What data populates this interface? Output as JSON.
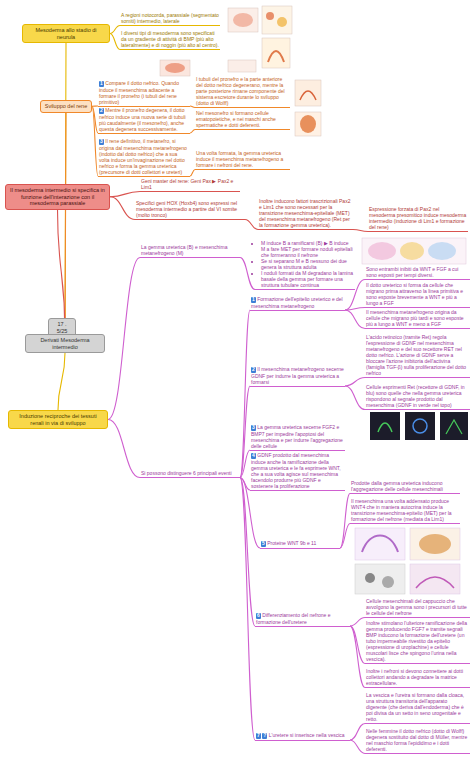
{
  "diagram": {
    "nodes": [
      {
        "text": [
          "Mesoderma allo stadio di neurula"
        ]
      },
      {
        "text": [
          "A regioni notocorda, parassiale (segmentato somiti) intermedio, laterale"
        ]
      },
      {
        "text": [
          "I diversi tipi di mesoderma sono specificati da un gradiente di attività di BMP (più alto lateralmente) e di noggin (più alto al centro)."
        ]
      },
      {
        "text": [
          "Sviluppo del rene"
        ]
      },
      {
        "text": [
          "1",
          "Compare il dotto nefrico. Quando induce il mesenchima adiacente a formare il pronefro (i tubuli del rene primitivo)"
        ]
      },
      {
        "text": [
          "I tubuli del pronefro e la parte anteriore del dotto nefrico degenerano, mentre la parte posteriore rimane componente del sistema escretore durante lo sviluppo (dotto di Wolff)"
        ]
      },
      {
        "text": [
          "2",
          "Mentre il pronefro degenera, il dotto nefrico induce una nuova serie di tubuli più caudalmente (il mesonefro), anche questa degenera successivamente."
        ]
      },
      {
        "text": [
          "Nel mesonefro si formano cellule ematopoietiche, e nei maschi anche spermatiche e dotti deferenti."
        ]
      },
      {
        "text": [
          "3",
          "Il rene definitivo, il metanefro, si origina dal mesenchima metanefrogeno (indotto dal dotto nefrico) che a sua volta induce un'invaginazione nel dotto nefrico e forma la gemma ureterica (precursore di dotti collettori e ureteri)"
        ]
      },
      {
        "text": [
          "Una volta formata, la gemma ureterica induce il mesenchima metanefrogeno a formare i nefroni del rene."
        ]
      },
      {
        "text": [
          "Il mesoderma intermedio si specifica in funzione dell'interazione con il mesoderma parassiale"
        ]
      },
      {
        "text": [
          "Geni master del rene: Geni Pax ▶ Pax2 e Lim1"
        ]
      },
      {
        "text": [
          "Specifici geni HOX (Hoxb4) sono espressi nel mesoderma intermedio a partire dal VI somite (molto tronco)"
        ]
      },
      {
        "text": [
          "Inoltre inducono fattori trascrizionali Pax2 e Lim1 che sono necessari per la transizione mesenchima-epiteliale (MET) del mesenchima metanefrogeno (Ret per la formazione gemma ureterica)."
        ]
      },
      {
        "text": [
          "Espressione forzata di Pax2 nel mesoderma presomitico induce mesoderma intermedio (induzione di Lim1 e formazione del rene)"
        ]
      },
      {
        "text": [
          "17 . 5/25"
        ]
      },
      {
        "text": [
          "Derivati Mesoderma intermedio"
        ]
      },
      {
        "text": [
          "Induzione reciproche dei tessuti renali in via di sviluppo"
        ]
      },
      {
        "text": [
          "La gemma ureterica (B) e mesenchima metanefrogeno (M)"
        ]
      },
      {
        "text": [
          "M induce B a ramificarsi (B) ▶ B induce M a fare MET per formare noduli epiteliali che formeranno il nefrone",
          "Se si separano M e B nessuno dei due genera la struttura adulta",
          "I noduli formati da M degradano la lamina basale della gemma per formare una struttura tubulare continua"
        ]
      },
      {
        "text": [
          "Si possono distinguere 6 principali eventi"
        ]
      },
      {
        "text": [
          "1",
          "Formazione dell'epitelio ureterico e del mesenchima metanefrogeno"
        ]
      },
      {
        "text": [
          "Sono entrambi inibiti da WNT e FGF a cui sono esposti per tempi diversi."
        ]
      },
      {
        "text": [
          "Il dotto ureterico si forma da cellule che migrano prima attraverso la linea primitiva e sono esposte brevemente a WNT e più a lungo a FGF"
        ]
      },
      {
        "text": [
          "Il mesenchima metanefrogeno origina da cellule che migrano più tardi e sono esposte più a lungo a WNT e meno a FGF"
        ]
      },
      {
        "text": [
          "2",
          "Il mesenchima metanefrogeno secerne GDNF per indurre la gemma ureterica a formarsi"
        ]
      },
      {
        "text": [
          "L'acido retinoico (tramite Ret) regola l'espressione di GDNF nel mesenchima metanefrogeno e del suo recettore RET nel dotto nefrico. L'azione di GDNF serve a bloccare l'azione inibitoria dell'activina (famiglia TGF-β) sulla proliferazione del dotto nefrico"
        ]
      },
      {
        "text": [
          "Cellule esprimenti Ret (recettore di GDNF, in blu) sono quelle che nella gemma ureterica rispondono al segnale prodotto dal mesenchima (GDNF in verde nel topo)"
        ]
      },
      {
        "text": [
          "3",
          "La gemma ureterica secerne FGF2 e BMP7 per impedire l'apoptosi del mesenchima e per indurre l'aggregazione delle cellule"
        ]
      },
      {
        "text": [
          "4",
          "GDNF prodotto dal mesenchima induce anche la ramificazione della gemma ureterica e le fa esprimere WNT, che a sua volta agisce sul mesenchima facendolo produrre più GDNF e sostenere la proliferazione"
        ]
      },
      {
        "text": [
          "5",
          "Proteine WNT 9b e 11"
        ]
      },
      {
        "text": [
          "Prodotte dalla gemma ureterica inducono l'aggregazione delle cellule mesenchimali"
        ]
      },
      {
        "text": [
          "Il mesenchima una volta addensato produce WNT4 che in maniera autocrina induce la transizione mesenchima-epitelio (MET) per la formazione del nefrone (mediata da Lim1)"
        ]
      },
      {
        "text": [
          "6",
          "Differenziamento del nefrone e formazione dell'uretere"
        ]
      },
      {
        "text": [
          "Cellule mesenchimali del cappuccio che avvolgono la gemma sono i precursori di tutte le cellule del nefrone"
        ]
      },
      {
        "text": [
          "Inoltre stimolano l'ulteriore ramificazione della gemma producendo FGF7 e tramite segnali BMP inducono la formazione dell'uretere (un tubo impermeabile rivestito da epitelio (espressione di uroplachine) e cellule muscolari lisce che spingono l'urina nella vescica)."
        ]
      },
      {
        "text": [
          "Inoltre i nefroni si devono connettere ai dotti collettori andando a degradare la matrice extracellulare."
        ]
      },
      {
        "text": [
          "7",
          "?",
          "L'uretere si inserisce nella vescica"
        ]
      },
      {
        "text": [
          "La vescica e l'uretra si formano dalla cloaca, una struttura transitoria dell'apparato digerente (che deriva dall'endoderma) che è poi divisa da un setto in seno urogenitale e retto."
        ]
      },
      {
        "text": [
          "Nelle femmine il dotto nefrico (dotto di Wolff) degenera sostituito dal dotto di Müller, mentre nel maschio forma l'epididimo e i dotti deferenti."
        ]
      }
    ],
    "edges": [
      {
        "from": 16,
        "to": 15,
        "arrow": "none"
      },
      {
        "from": 16,
        "to": 0,
        "arrow": "none"
      },
      {
        "from": 16,
        "to": 3,
        "arrow": "none"
      },
      {
        "from": 16,
        "to": 10,
        "arrow": "none"
      },
      {
        "from": 16,
        "to": 17,
        "arrow": "none"
      },
      {
        "from": 0,
        "to": 1,
        "arrow": "none"
      },
      {
        "from": 0,
        "to": 2,
        "arrow": "none"
      },
      {
        "from": 3,
        "to": 4,
        "arrow": "none"
      },
      {
        "from": 3,
        "to": 6,
        "arrow": "none"
      },
      {
        "from": 3,
        "to": 8,
        "arrow": "none"
      },
      {
        "from": 4,
        "to": 5,
        "arrow": "none"
      },
      {
        "from": 6,
        "to": 7,
        "arrow": "none"
      },
      {
        "from": 8,
        "to": 9,
        "arrow": "none"
      },
      {
        "from": 10,
        "to": 11,
        "arrow": "none"
      },
      {
        "from": 10,
        "to": 12,
        "arrow": "none"
      },
      {
        "from": 12,
        "to": 13,
        "arrow": "none"
      },
      {
        "from": 13,
        "to": 14,
        "arrow": "none"
      },
      {
        "from": 17,
        "to": 18,
        "arrow": "none"
      },
      {
        "from": 17,
        "to": 20,
        "arrow": "none"
      },
      {
        "from": 18,
        "to": 19,
        "arrow": "none"
      },
      {
        "from": 20,
        "to": 21,
        "arrow": "none"
      },
      {
        "from": 20,
        "to": 25,
        "arrow": "none"
      },
      {
        "from": 20,
        "to": 28,
        "arrow": "none"
      },
      {
        "from": 20,
        "to": 29,
        "arrow": "none"
      },
      {
        "from": 20,
        "to": 30,
        "arrow": "none"
      },
      {
        "from": 20,
        "to": 33,
        "arrow": "none"
      },
      {
        "from": 20,
        "to": 37,
        "arrow": "none"
      },
      {
        "from": 21,
        "to": 22,
        "arrow": "none"
      },
      {
        "from": 21,
        "to": 23,
        "arrow": "none"
      },
      {
        "from": 21,
        "to": 24,
        "arrow": "none"
      },
      {
        "from": 25,
        "to": 26,
        "arrow": "none"
      },
      {
        "from": 25,
        "to": 27,
        "arrow": "none"
      },
      {
        "from": 30,
        "to": 31,
        "arrow": "none"
      },
      {
        "from": 30,
        "to": 32,
        "arrow": "none"
      },
      {
        "from": 33,
        "to": 34,
        "arrow": "none"
      },
      {
        "from": 33,
        "to": 35,
        "arrow": "none"
      },
      {
        "from": 33,
        "to": 36,
        "arrow": "none"
      },
      {
        "from": 37,
        "to": 38,
        "arrow": "none"
      },
      {
        "from": 37,
        "to": 39,
        "arrow": "none"
      }
    ]
  }
}
